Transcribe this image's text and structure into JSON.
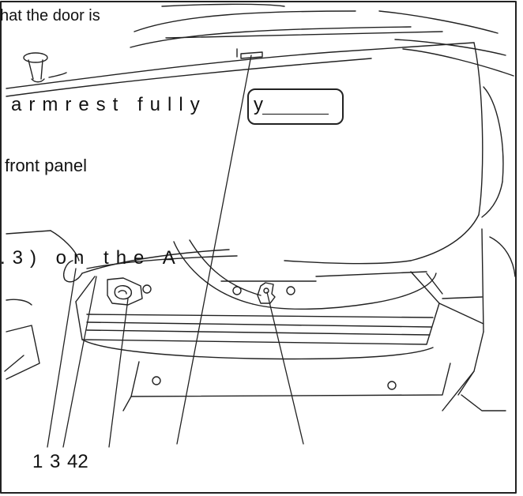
{
  "labels": {
    "door_text": "hat the door is",
    "armrest_text": "armrest fully",
    "armrest_fill": "y",
    "front_panel_text": "front panel",
    "on_the_text": ".3) on the A",
    "callout_numbers": "1 3 42"
  },
  "colors": {
    "line": "#222222",
    "background": "#ffffff",
    "border": "#111111"
  }
}
